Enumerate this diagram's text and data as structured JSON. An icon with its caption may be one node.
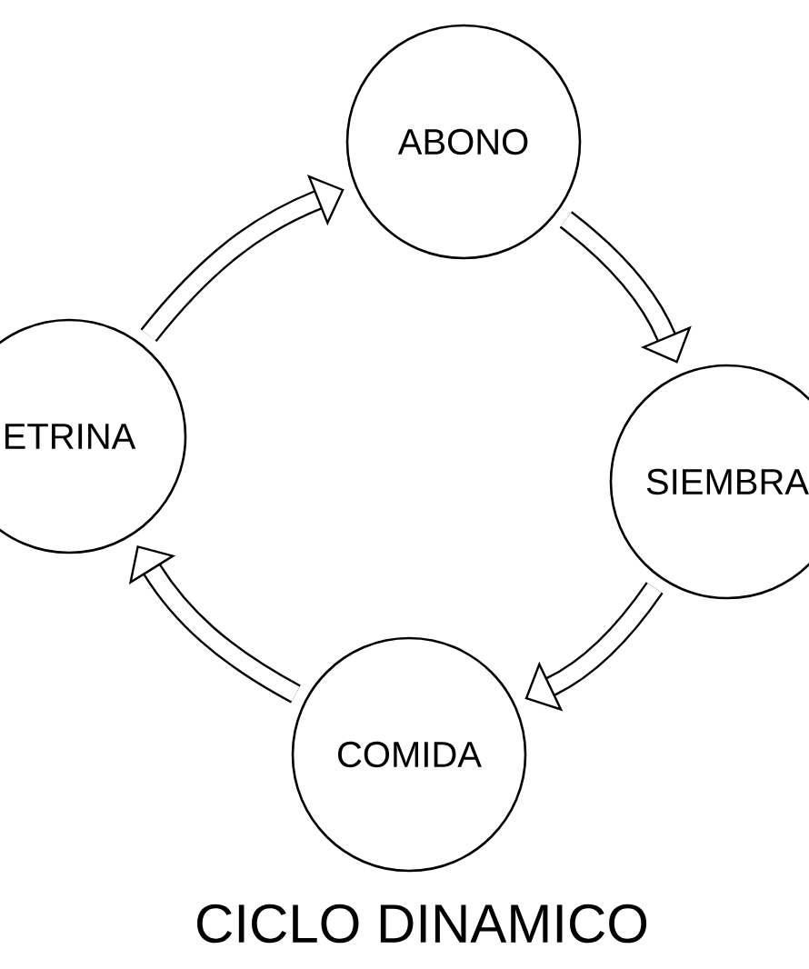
{
  "diagram": {
    "title": "CICLO DINAMICO",
    "nodes": [
      {
        "text": [
          "ABONO"
        ]
      },
      {
        "text": [
          "SIEMBRA"
        ]
      },
      {
        "text": [
          "COMIDA"
        ]
      },
      {
        "text": [
          "ETRINA"
        ]
      }
    ],
    "edges": [
      {
        "from": 0,
        "to": 1,
        "arrow": "to"
      },
      {
        "from": 1,
        "to": 2,
        "arrow": "to"
      },
      {
        "from": 2,
        "to": 3,
        "arrow": "to"
      },
      {
        "from": 3,
        "to": 0,
        "arrow": "to"
      }
    ]
  }
}
